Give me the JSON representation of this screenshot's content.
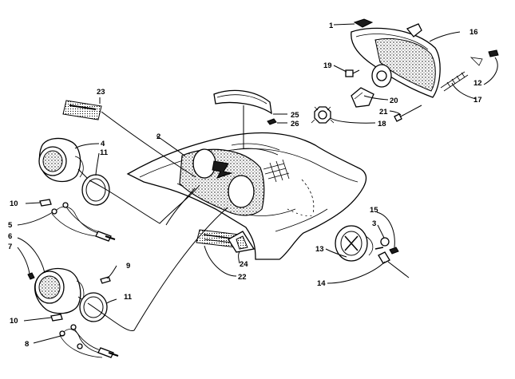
{
  "callouts": [
    "1",
    "2",
    "3",
    "4",
    "5",
    "6",
    "7",
    "8",
    "9",
    "10",
    "10",
    "11",
    "11",
    "12",
    "13",
    "14",
    "15",
    "16",
    "17",
    "18",
    "19",
    "20",
    "21",
    "22",
    "23",
    "24",
    "25",
    "26"
  ]
}
